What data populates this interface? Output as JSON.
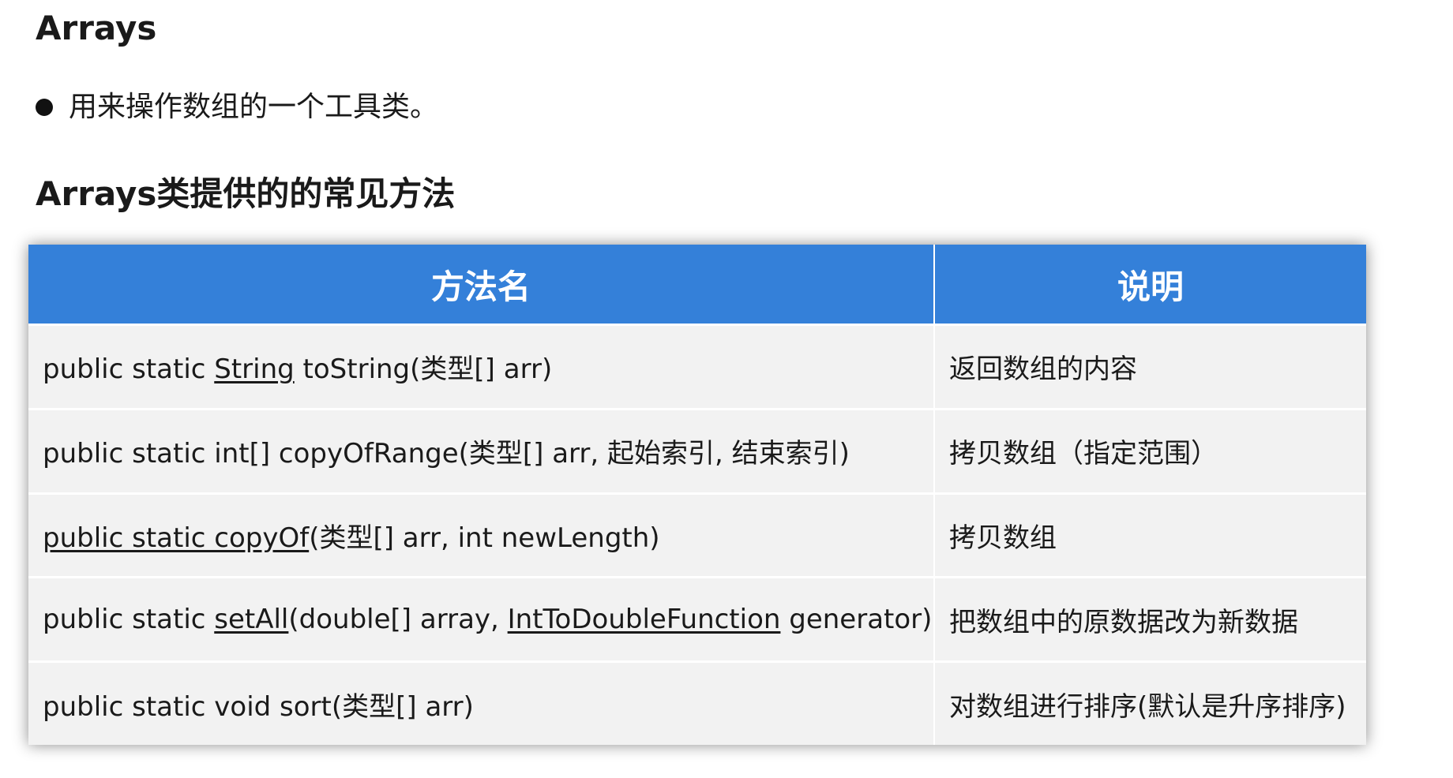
{
  "title": "Arrays",
  "bullet": "用来操作数组的一个工具类。",
  "section_title": "Arrays类提供的的常见方法",
  "table": {
    "headers": [
      "方法名",
      "说明"
    ],
    "rows": [
      {
        "method": [
          {
            "text": "public static "
          },
          {
            "text": "String",
            "u": true
          },
          {
            "text": " toString(类型[] arr)"
          }
        ],
        "desc": "返回数组的内容"
      },
      {
        "method": [
          {
            "text": "public static int[] copyOfRange(类型[] arr, 起始索引, 结束索引)"
          }
        ],
        "desc": "拷贝数组（指定范围）"
      },
      {
        "method": [
          {
            "text": "public static copyOf",
            "u": true
          },
          {
            "text": "(类型[] arr, int newLength)"
          }
        ],
        "desc": "拷贝数组"
      },
      {
        "method": [
          {
            "text": "public static "
          },
          {
            "text": "setAll",
            "u": true
          },
          {
            "text": "(double[] array, "
          },
          {
            "text": "IntToDoubleFunction",
            "u": true
          },
          {
            "text": " generator)"
          }
        ],
        "desc": "把数组中的原数据改为新数据"
      },
      {
        "method": [
          {
            "text": "public static void sort(类型[] arr)"
          }
        ],
        "desc": "对数组进行排序(默认是升序排序)"
      }
    ]
  }
}
